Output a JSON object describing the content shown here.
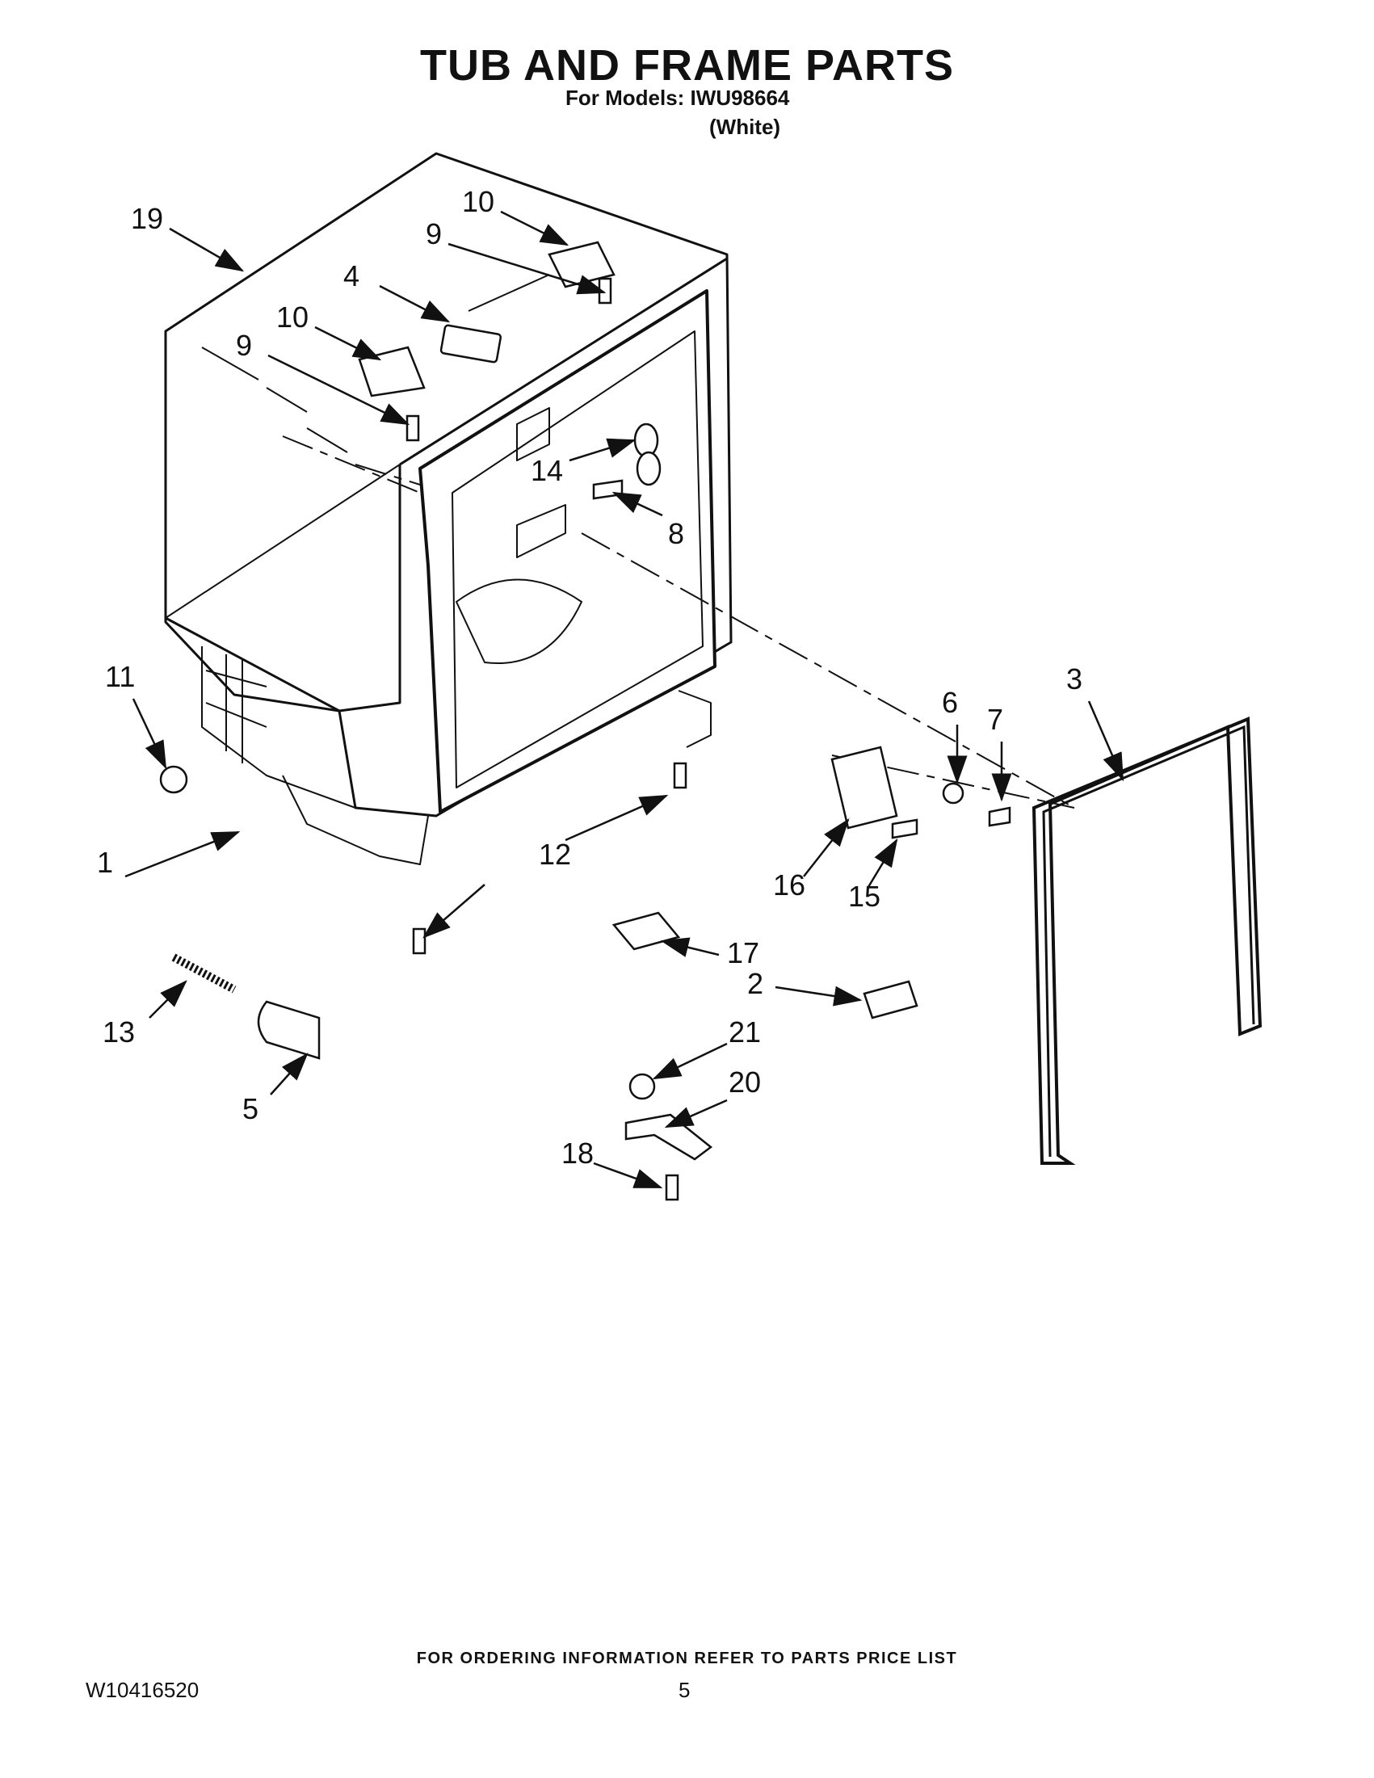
{
  "header": {
    "title": "TUB AND FRAME PARTS",
    "models_line": "For Models: IWU98664",
    "color_line": "(White)"
  },
  "callouts": [
    "1",
    "2",
    "3",
    "4",
    "5",
    "6",
    "7",
    "8",
    "9",
    "9",
    "10",
    "10",
    "11",
    "12",
    "13",
    "14",
    "15",
    "16",
    "17",
    "18",
    "19",
    "20",
    "21"
  ],
  "footer": {
    "ordering_note": "FOR ORDERING INFORMATION REFER TO PARTS PRICE LIST",
    "document_number": "W10416520",
    "page_number": "5"
  }
}
